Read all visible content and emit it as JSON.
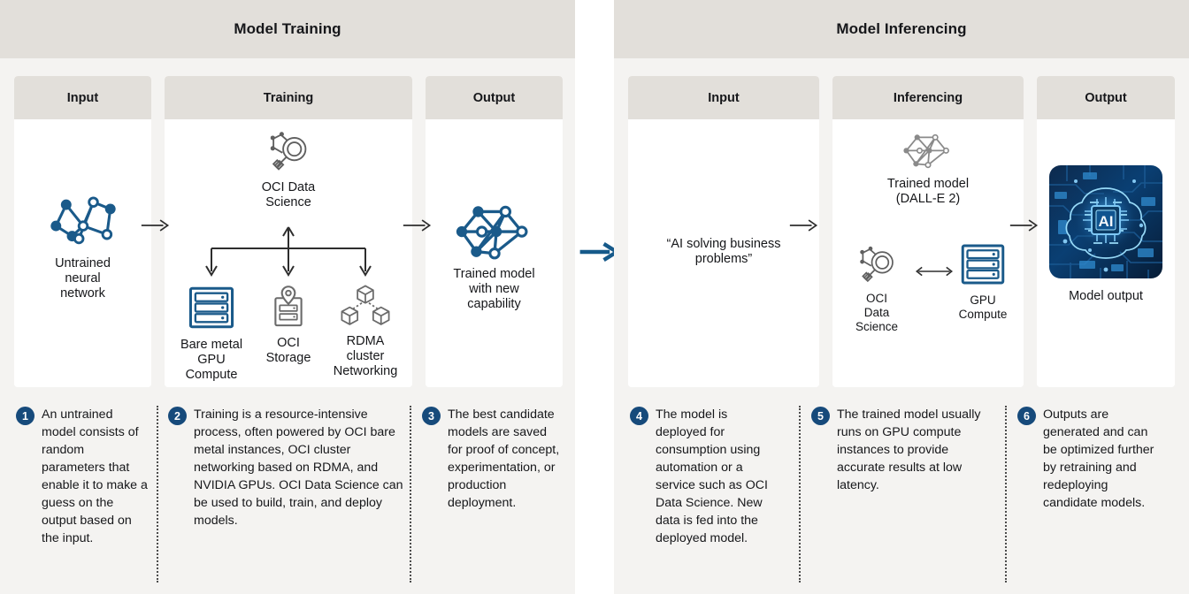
{
  "panels": [
    {
      "id": "training",
      "title": "Model Training",
      "columns": [
        {
          "id": "input",
          "header": "Input"
        },
        {
          "id": "training",
          "header": "Training"
        },
        {
          "id": "output",
          "header": "Output"
        }
      ],
      "nodes": {
        "untrained": {
          "label": "Untrained\nneural\nnetwork",
          "icon": "neural-network-icon"
        },
        "data_science": {
          "label": "OCI Data\nScience",
          "icon": "magnifier-graph-icon"
        },
        "bare_metal": {
          "label": "Bare metal\nGPU\nCompute",
          "icon": "server-rack-icon"
        },
        "storage": {
          "label": "OCI\nStorage",
          "icon": "storage-pin-icon"
        },
        "rdma": {
          "label": "RDMA\ncluster\nNetworking",
          "icon": "cluster-nodes-icon"
        },
        "trained": {
          "label": "Trained model\nwith new\ncapability",
          "icon": "neural-network-icon"
        }
      }
    },
    {
      "id": "inferencing",
      "title": "Model Inferencing",
      "columns": [
        {
          "id": "input",
          "header": "Input"
        },
        {
          "id": "inferencing",
          "header": "Inferencing"
        },
        {
          "id": "output",
          "header": "Output"
        }
      ],
      "nodes": {
        "prompt": {
          "label": "“AI solving business problems”"
        },
        "trained_model": {
          "label": "Trained model\n(DALL-E 2)",
          "icon": "neural-network-gray-icon"
        },
        "data_science": {
          "label": "OCI\nData\nScience",
          "icon": "magnifier-graph-icon"
        },
        "gpu_compute": {
          "label": "GPU\nCompute",
          "icon": "server-rack-icon"
        },
        "model_output": {
          "label": "Model output",
          "icon": "ai-chip-image"
        }
      }
    }
  ],
  "notes": [
    {
      "num": "1",
      "text": "An untrained model consists of random parameters that enable it to make a guess on the output based on the input."
    },
    {
      "num": "2",
      "text": "Training is a resource-intensive process, often powered by OCI bare metal instances, OCI cluster networking based on RDMA, and NVIDIA GPUs. OCI Data Science can be used to build, train, and deploy models."
    },
    {
      "num": "3",
      "text": "The best candidate models are saved for proof of concept, experimentation, or production deployment."
    },
    {
      "num": "4",
      "text": "The model is deployed for consumption using automation or a service such as OCI Data Science. New data is fed into the deployed model."
    },
    {
      "num": "5",
      "text": "The trained model usually runs on GPU compute instances to provide accurate results at low latency."
    },
    {
      "num": "6",
      "text": "Outputs are generated and can be optimized further by retraining and redeploying candidate models."
    }
  ],
  "colors": {
    "panel_bg": "#f4f3f1",
    "header_bg": "#e2dfda",
    "card_bg": "#ffffff",
    "accent_blue": "#1a5a8a",
    "badge_blue": "#164a7b",
    "arrow_dark": "#3a3a3a",
    "icon_gray": "#7d7d7d",
    "text": "#16171a"
  }
}
